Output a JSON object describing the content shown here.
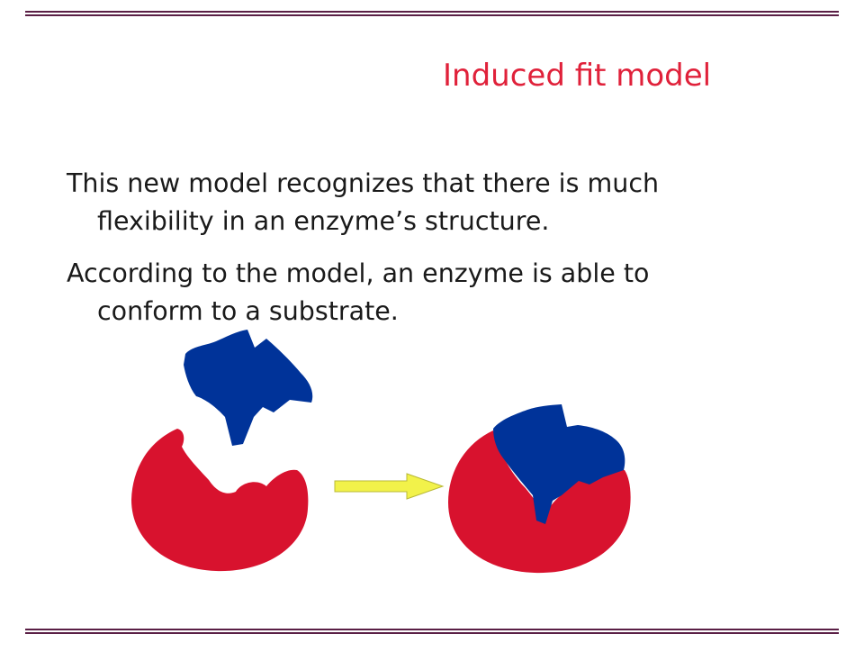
{
  "slide": {
    "title": "Induced fit model",
    "bullets": [
      "This new model recognizes that there is much flexibility in an enzyme’s structure.",
      "According to the model, an enzyme is able to conform to a substrate."
    ]
  },
  "colors": {
    "title": "#e0213a",
    "enzyme": "#d8122e",
    "substrate": "#003399",
    "arrow": "#f2f24a",
    "rule": "#5a1f45"
  },
  "icons": {
    "arrow": "right-arrow-icon"
  }
}
